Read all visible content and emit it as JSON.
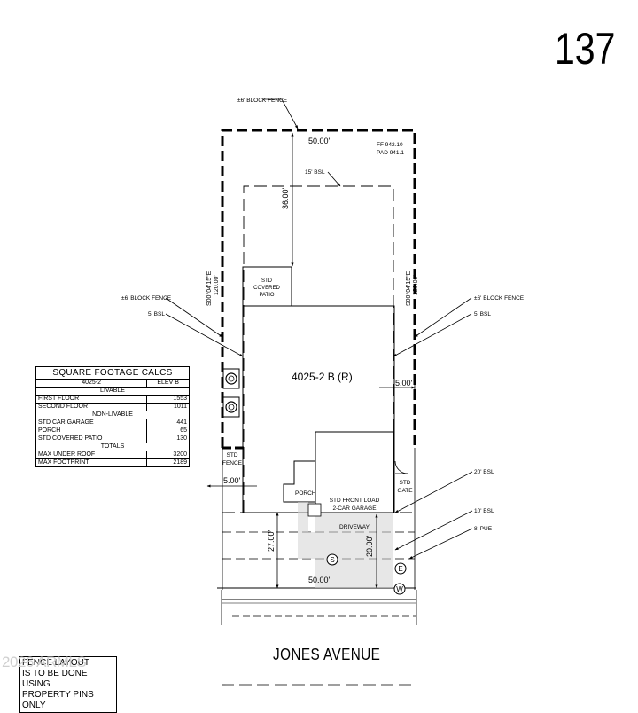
{
  "lot_number": "137",
  "street_name": "JONES AVENUE",
  "plan_label": "4025-2 B (R)",
  "elevations": {
    "ff": "FF 942.10",
    "pad": "PAD 941.1"
  },
  "callouts": {
    "block_fence_rear": "±6' BLOCK FENCE",
    "block_fence_left": "±6' BLOCK FENCE",
    "block_fence_right": "±6' BLOCK FENCE",
    "bsl_15": "15' BSL",
    "bsl_5_left": "5' BSL",
    "bsl_5_right": "5' BSL",
    "bsl_20": "20' BSL",
    "bsl_10": "10' BSL",
    "pue_8": "8' PUE"
  },
  "dimensions": {
    "rear_setback": "50.00'",
    "front_width": "50.00'",
    "rear_depth": "36.00'",
    "side_right": "5.00'",
    "side_left": "5.00'",
    "front_left": "27.00'",
    "front_garage": "20.00'",
    "bearing_left": "S00°04'15\"E",
    "length_left": "120.00'",
    "bearing_right": "S00°04'15\"E",
    "length_right": "120.00'"
  },
  "labels": {
    "covered_patio": [
      "STD",
      "COVERED",
      "PATIO"
    ],
    "std_fence": [
      "STD",
      "FENCE"
    ],
    "std_gate": [
      "STD",
      "GATE"
    ],
    "porch": "PORCH",
    "garage": [
      "STD FRONT LOAD",
      "2-CAR GARAGE"
    ],
    "driveway": "DRIVEWAY"
  },
  "utility_markers": {
    "sewer": "S",
    "electric": "E",
    "water": "W"
  },
  "calcs": {
    "title": "SQUARE FOOTAGE CALCS",
    "plan": "4025-2",
    "elevation": "ELEV B",
    "livable_header": "LIVABLE",
    "first_floor_label": "FIRST FLOOR",
    "first_floor_value": "1553",
    "second_floor_label": "SECOND FLOOR",
    "second_floor_value": "1011",
    "non_livable_header": "NON-LIVABLE",
    "garage_label": "STD CAR GARAGE",
    "garage_value": "441",
    "porch_label": "PORCH",
    "porch_value": "65",
    "patio_label": "STD COVERED PATIO",
    "patio_value": "130",
    "totals_header": "TOTALS",
    "under_roof_label": "MAX UNDER ROOF",
    "under_roof_value": "3200",
    "footprint_label": "MAX FOOTPRINT",
    "footprint_value": "2189"
  },
  "note": [
    "FENCE LAYOUT",
    "IS TO BE DONE USING",
    "PROPERTY PINS ONLY"
  ],
  "copyright": "2026 ARMLS"
}
